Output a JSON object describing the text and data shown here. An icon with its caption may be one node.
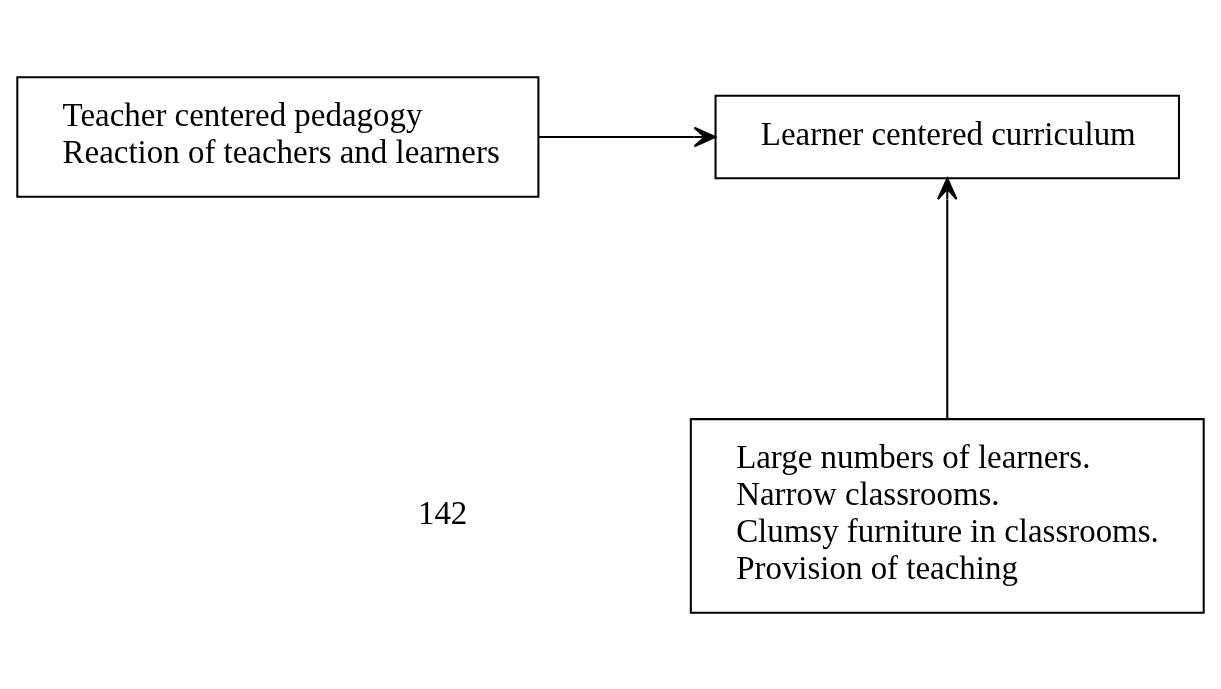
{
  "diagram": {
    "nodes": [
      {
        "text": [
          "Teacher centered pedagogy",
          "Reaction of teachers and learners"
        ]
      },
      {
        "text": [
          "Learner centered curriculum"
        ]
      },
      {
        "text": [
          "Large numbers of learners.",
          "Narrow classrooms.",
          "Clumsy furniture in classrooms.",
          "Provision of teaching"
        ]
      }
    ],
    "edges": [
      {
        "from": 0,
        "to": 1,
        "arrow": "to"
      },
      {
        "from": 2,
        "to": 1,
        "arrow": "to"
      }
    ],
    "labels": [
      "142"
    ]
  }
}
